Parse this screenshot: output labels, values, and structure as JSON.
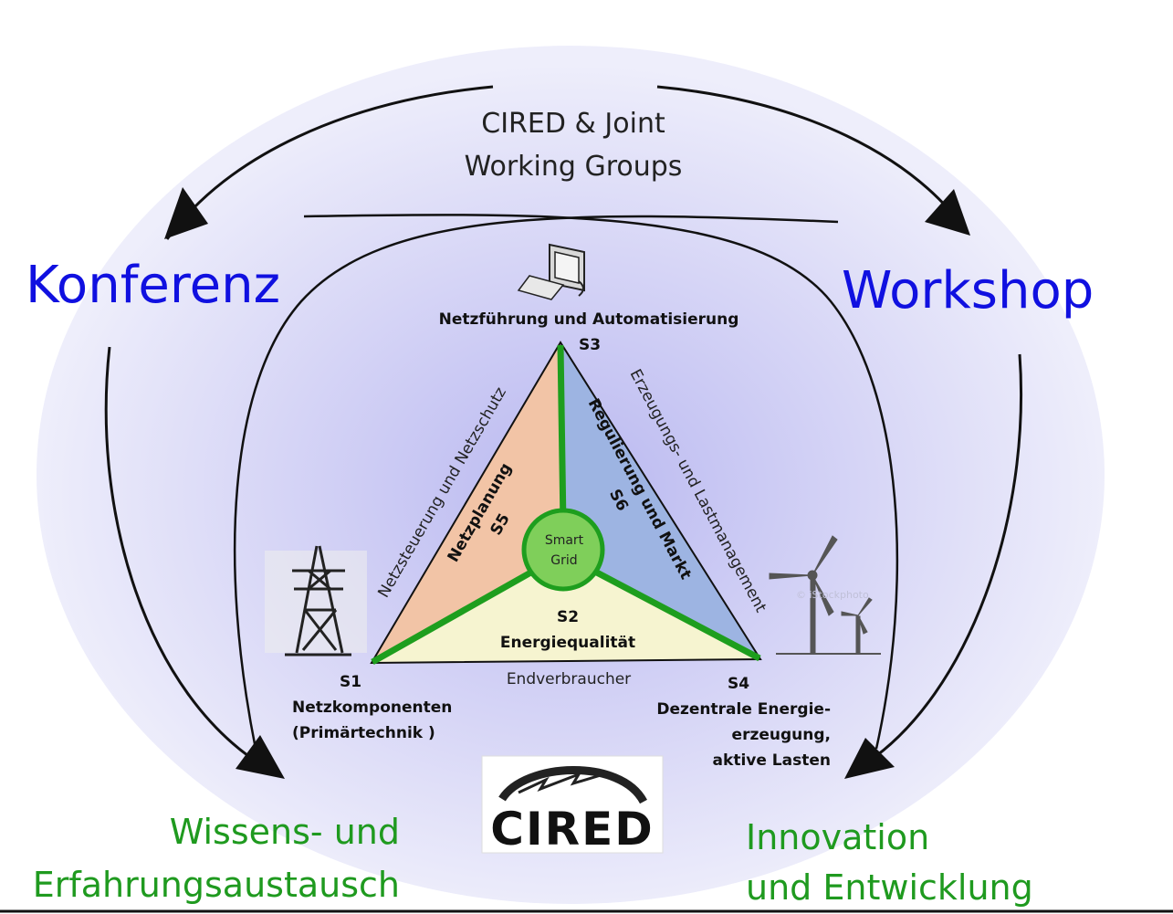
{
  "header": {
    "line1": "CIRED & Joint",
    "line2": "Working Groups"
  },
  "left_title": "Konferenz",
  "right_title": "Workshop",
  "bottom_left": {
    "line1": "Wissens- und",
    "line2": "Erfahrungsaustausch"
  },
  "bottom_right": {
    "line1": "Innovation",
    "line2": "und Entwicklung"
  },
  "top_vertex": {
    "title": "Netzführung  und Automatisierung",
    "code": "S3"
  },
  "s1": {
    "code": "S1",
    "line1": "Netzkomponenten",
    "line2": "(Primärtechnik )"
  },
  "s4": {
    "code": "S4",
    "line1": "Dezentrale Energie-",
    "line2": "erzeugung,",
    "line3": "aktive Lasten"
  },
  "center": {
    "line1": "Smart",
    "line2": "Grid"
  },
  "s5": {
    "name": "Netzplanung",
    "code": "S5"
  },
  "s6": {
    "name": "Regulierung und Markt",
    "code": "S6"
  },
  "s2": {
    "code": "S2",
    "name": "Energiequalität"
  },
  "edges": {
    "left": "Netzsteuerung und Netzschutz",
    "right": "Erzeugungs- und Lastmanagement",
    "bottom": "Endverbraucher"
  },
  "logo_text": "CIRED",
  "watermark": "© iStockphoto",
  "colors": {
    "blue_title": "#1010e0",
    "green_title": "#1f9a1f",
    "green_line": "#1e9e1e",
    "s5_fill": "#f2c4a6",
    "s6_fill": "#9db4e2",
    "s2_fill": "#f6f4d0",
    "center_fill": "#7fcf5a"
  }
}
